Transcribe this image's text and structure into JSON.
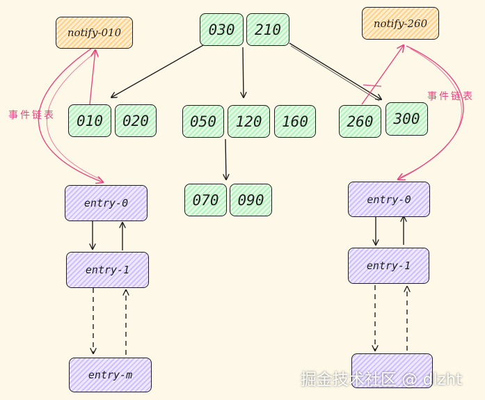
{
  "nodes": {
    "root_030": "030",
    "root_210": "210",
    "notify_010": "notify-010",
    "notify_260": "notify-260",
    "leaf_010": "010",
    "leaf_020": "020",
    "leaf_050": "050",
    "leaf_120": "120",
    "leaf_160": "160",
    "leaf_070": "070",
    "leaf_090": "090",
    "leaf_260": "260",
    "leaf_300": "300",
    "left_entry_0": "entry-0",
    "left_entry_1": "entry-1",
    "left_entry_m": "entry-m",
    "right_entry_0": "entry-0",
    "right_entry_1": "entry-1"
  },
  "labels": {
    "event_list_left": "事件链表",
    "event_list_right": "事件链表"
  },
  "watermark": "掘金技术社区 @ dlzht",
  "colors": {
    "green_fill": "#b2f2bb",
    "orange_fill": "#ffd08a",
    "purple_fill": "#d0bfff",
    "stroke": "#1e1e1e",
    "pink": "#e64980"
  }
}
